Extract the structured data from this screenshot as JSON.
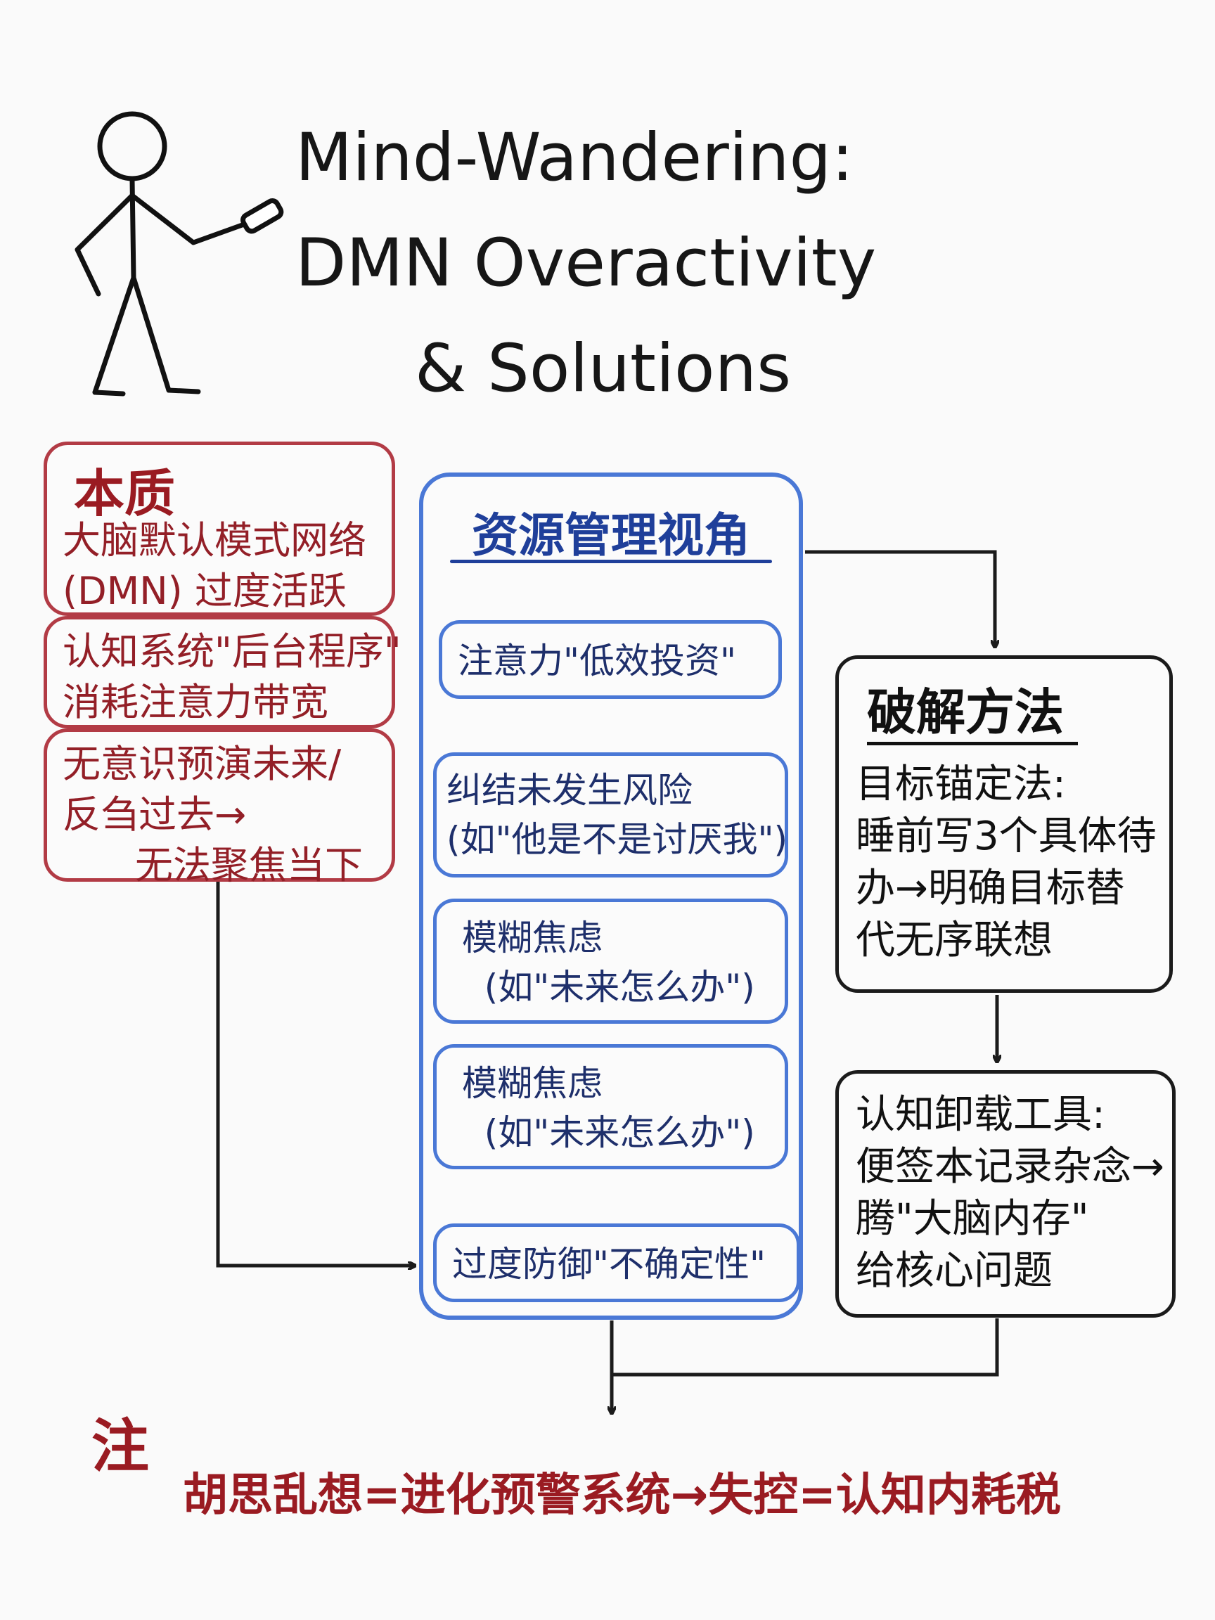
{
  "title": {
    "line1": "Mind-Wandering:",
    "line2": "DMN Overactivity",
    "line3": "& Solutions"
  },
  "essence": {
    "heading": "本质",
    "box1": "大脑默认模式网络\n(DMN) 过度活跃",
    "box2": "认知系统\"后台程序\"\n消耗注意力带宽",
    "box3": "无意识预演未来/\n反刍过去→\n      无法聚焦当下"
  },
  "resource_view": {
    "heading": "资源管理视角",
    "steps": [
      "注意力\"低效投资\"",
      "纠结未发生风险\n(如\"他是不是讨厌我\")",
      "模糊焦虑\n  (如\"未来怎么办\")",
      "模糊焦虑\n  (如\"未来怎么办\")",
      "过度防御\"不确定性\""
    ]
  },
  "solutions": {
    "heading": "破解方法",
    "method1": "目标锚定法:\n睡前写3个具体待\n办→明确目标替\n代无序联想",
    "method2": "认知卸载工具:\n便签本记录杂念→\n腾\"大脑内存\"\n给核心问题"
  },
  "note": {
    "label": "注",
    "text": "胡思乱想=进化预警系统→失控=认知内耗税"
  },
  "colors": {
    "essence": "#931f27",
    "resource": "#4a78d6",
    "solutions": "#1b1b1b",
    "note": "#9a1b22"
  }
}
